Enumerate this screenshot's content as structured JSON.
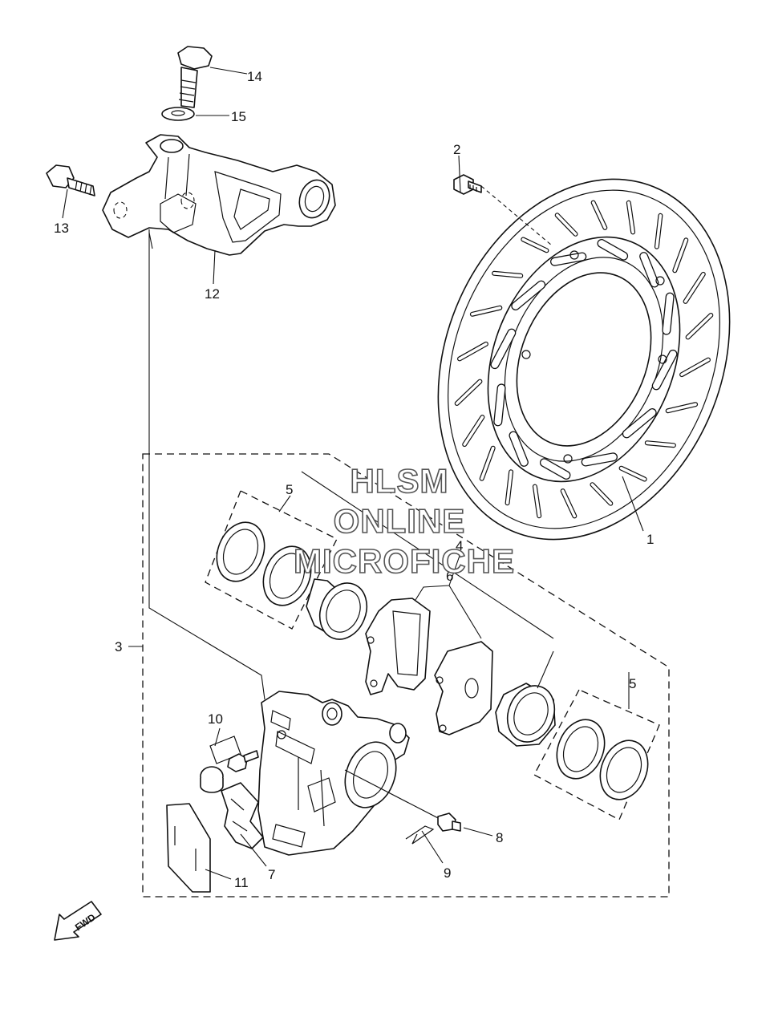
{
  "diagram": {
    "callouts": {
      "c1": "1",
      "c2": "2",
      "c3": "3",
      "c4": "4",
      "c5a": "5",
      "c5b": "5",
      "c6": "6",
      "c7": "7",
      "c8": "8",
      "c9": "9",
      "c10": "10",
      "c11": "11",
      "c12": "12",
      "c13": "13",
      "c14": "14",
      "c15": "15"
    },
    "watermark": [
      "HLSM",
      "ONLINE",
      "MICROFICHE"
    ],
    "fwd_label": "FWD"
  }
}
